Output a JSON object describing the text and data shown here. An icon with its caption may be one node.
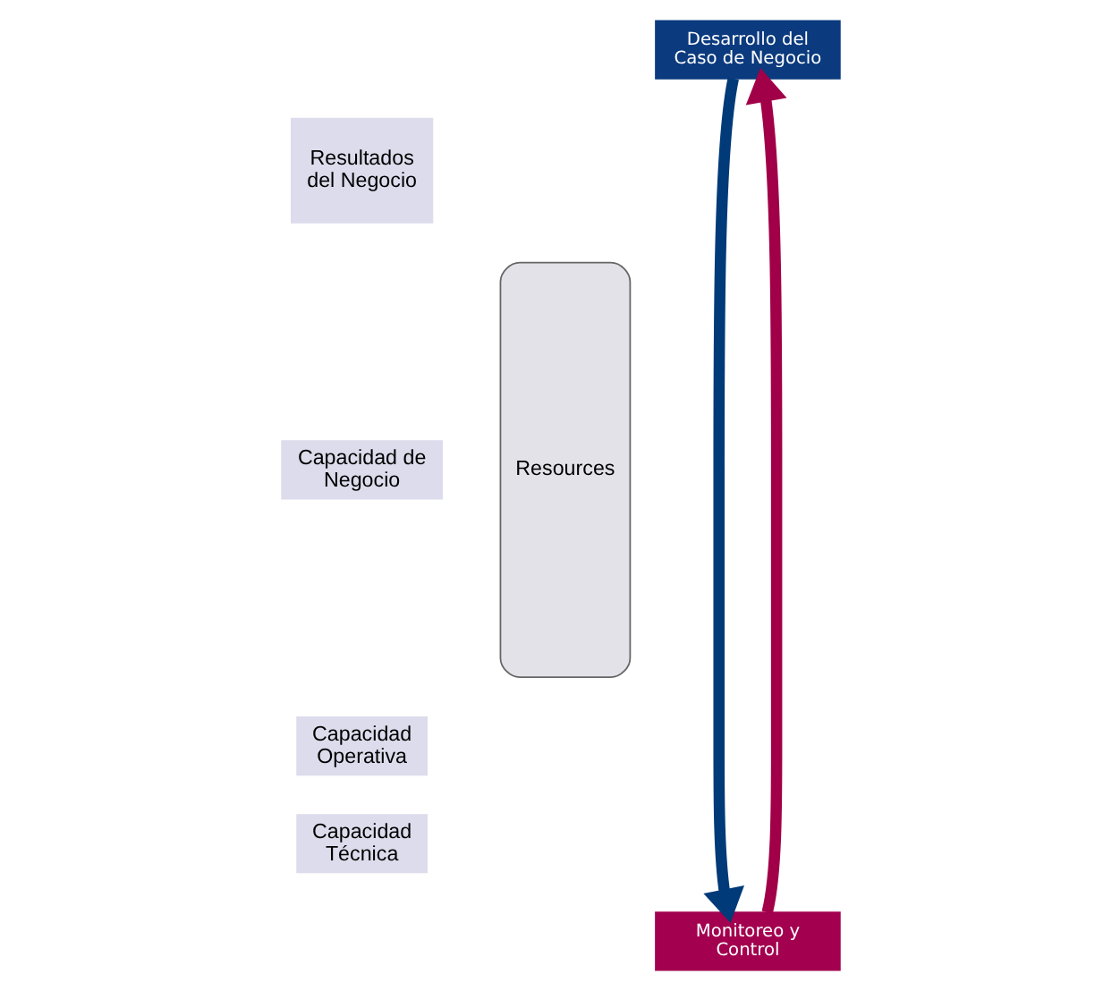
{
  "diagram": {
    "nodes": [
      {
        "text": [
          "Desarrollo del Caso de Negocio"
        ]
      },
      {
        "text": [
          "Resources"
        ]
      },
      {
        "text": [
          "Resultados del Negocio"
        ]
      },
      {
        "text": [
          "Capacidad de Negocio"
        ]
      },
      {
        "text": [
          "Capacidad Operativa"
        ]
      },
      {
        "text": [
          "Capacidad Técnica"
        ]
      },
      {
        "text": [
          "Monitoreo y Control"
        ]
      }
    ],
    "edges": [
      {
        "from": 0,
        "to": 6,
        "arrow": "to",
        "color": "#003a78"
      },
      {
        "from": 6,
        "to": 0,
        "arrow": "to",
        "color": "#a10048"
      }
    ]
  }
}
